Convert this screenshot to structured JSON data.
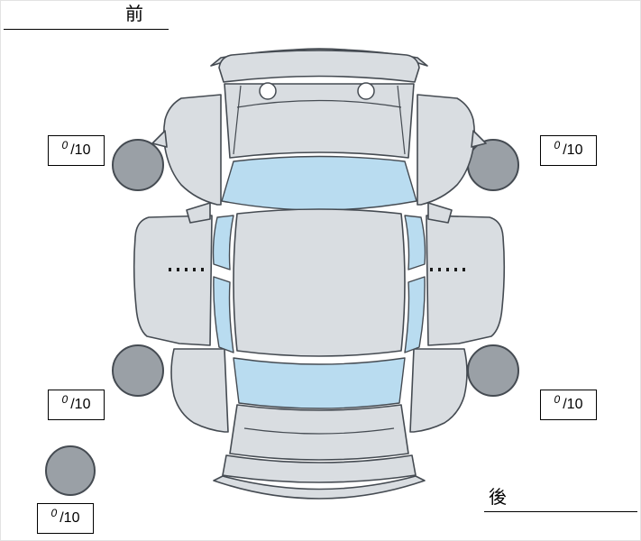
{
  "labels": {
    "front": "前",
    "rear": "後"
  },
  "tire_scores": {
    "front_left": {
      "value": "0",
      "max_label": "/10"
    },
    "front_right": {
      "value": "0",
      "max_label": "/10"
    },
    "rear_left": {
      "value": "0",
      "max_label": "/10"
    },
    "rear_right": {
      "value": "0",
      "max_label": "/10"
    },
    "spare": {
      "value": "0",
      "max_label": "/10"
    }
  },
  "colors": {
    "car-body": "#d9dde1",
    "car-window": "#b9dcf0",
    "tire": "#9aa0a6",
    "outline": "#454b52",
    "score-border": "#000000",
    "background": "#ffffff"
  }
}
